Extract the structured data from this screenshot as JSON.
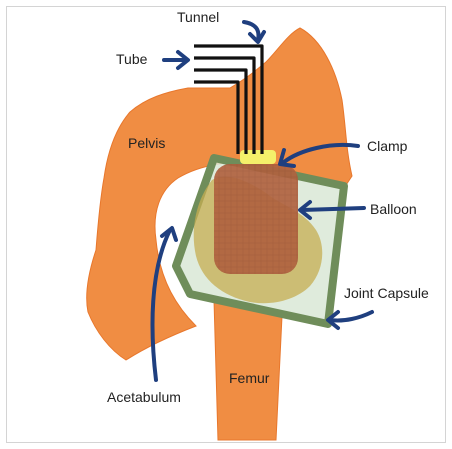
{
  "labels": {
    "tunnel": "Tunnel",
    "tube": "Tube",
    "pelvis": "Pelvis",
    "clamp": "Clamp",
    "balloon": "Balloon",
    "joint_capsule": "Joint Capsule",
    "femur": "Femur",
    "acetabulum": "Acetabulum"
  },
  "colors": {
    "bone": "#f08d43",
    "bone_edge": "#e8772c",
    "capsule_stroke": "#6f8d5a",
    "capsule_fill": "#d9e7d6",
    "balloon": "#b0623f",
    "fluid": "#c6ad52",
    "clamp": "#f4f06a",
    "tube": "#111111",
    "arrow": "#1f3f7f"
  }
}
